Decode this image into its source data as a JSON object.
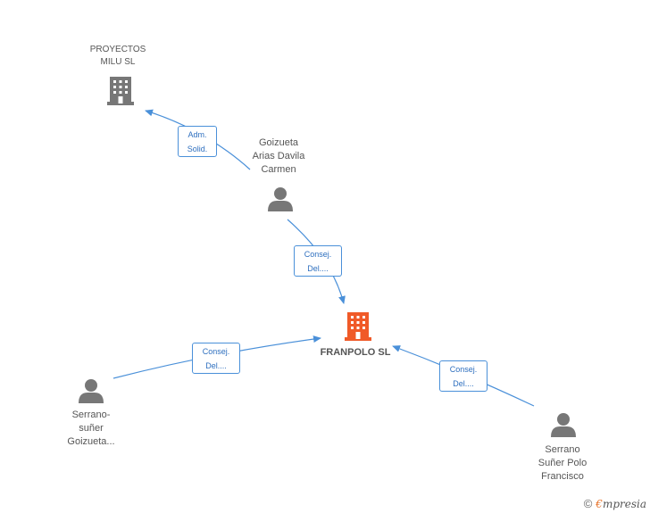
{
  "nodes": {
    "proyectos": {
      "label_line1": "PROYECTOS",
      "label_line2": "MILU SL"
    },
    "goizueta_carmen": {
      "line1": "Goizueta",
      "line2": "Arias Davila",
      "line3": "Carmen"
    },
    "franpolo": {
      "label": "FRANPOLO SL"
    },
    "serrano_goizueta": {
      "line1": "Serrano-",
      "line2": "suñer",
      "line3": "Goizueta..."
    },
    "serrano_polo": {
      "line1": "Serrano",
      "line2": "Suñer Polo",
      "line3": "Francisco"
    }
  },
  "edges": {
    "adm": {
      "line1": "Adm.",
      "line2": "Solid."
    },
    "consej_top": {
      "line1": "Consej.",
      "line2": "Del...."
    },
    "consej_left": {
      "line1": "Consej.",
      "line2": "Del...."
    },
    "consej_right": {
      "line1": "Consej.",
      "line2": "Del...."
    }
  },
  "footer": {
    "copyright": "©",
    "brand_first": "€",
    "brand_rest": "mpresia"
  },
  "colors": {
    "edge": "#4a90d9",
    "company_main": "#f05a28",
    "company": "#777777",
    "person": "#777777"
  }
}
